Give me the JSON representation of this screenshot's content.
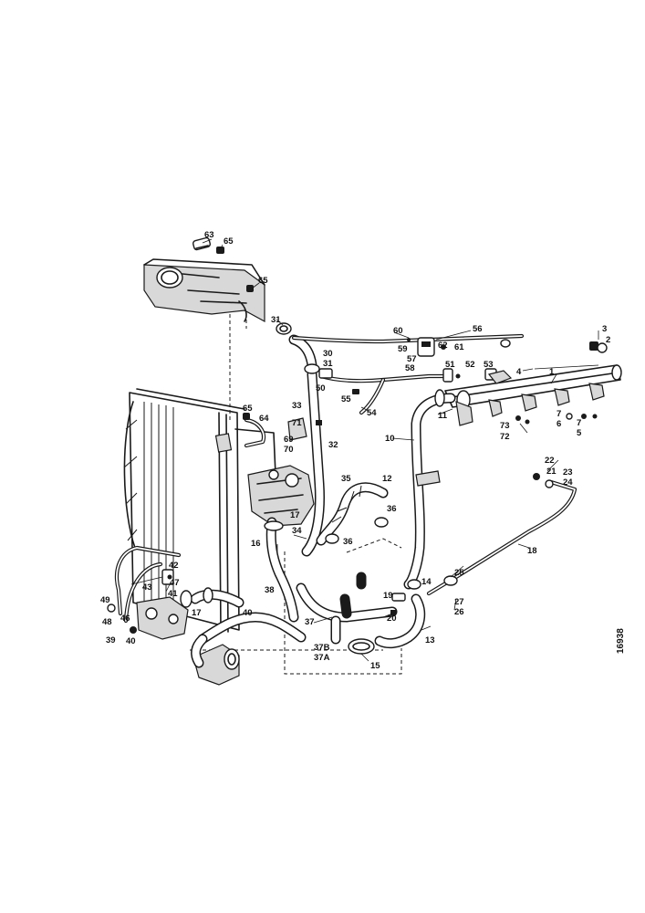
{
  "figure_number": "16938",
  "callouts": [
    {
      "id": "c63",
      "text": "63"
    },
    {
      "id": "c65a",
      "text": "65"
    },
    {
      "id": "c65b",
      "text": "65"
    },
    {
      "id": "c31a",
      "text": "31"
    },
    {
      "id": "c60",
      "text": "60"
    },
    {
      "id": "c56",
      "text": "56"
    },
    {
      "id": "c59",
      "text": "59"
    },
    {
      "id": "c62",
      "text": "62"
    },
    {
      "id": "c57",
      "text": "57"
    },
    {
      "id": "c61",
      "text": "61"
    },
    {
      "id": "c58",
      "text": "58"
    },
    {
      "id": "c30",
      "text": "30"
    },
    {
      "id": "c31b",
      "text": "31"
    },
    {
      "id": "c3",
      "text": "3"
    },
    {
      "id": "c2",
      "text": "2"
    },
    {
      "id": "c51",
      "text": "51"
    },
    {
      "id": "c52",
      "text": "52"
    },
    {
      "id": "c53",
      "text": "53"
    },
    {
      "id": "c4",
      "text": "4"
    },
    {
      "id": "c1",
      "text": "1"
    },
    {
      "id": "c50",
      "text": "50"
    },
    {
      "id": "c55",
      "text": "55"
    },
    {
      "id": "c54",
      "text": "54"
    },
    {
      "id": "c11",
      "text": "11"
    },
    {
      "id": "c7a",
      "text": "7"
    },
    {
      "id": "c7b",
      "text": "7"
    },
    {
      "id": "c6",
      "text": "6"
    },
    {
      "id": "c5",
      "text": "5"
    },
    {
      "id": "c73",
      "text": "73"
    },
    {
      "id": "c72",
      "text": "72"
    },
    {
      "id": "c65c",
      "text": "65"
    },
    {
      "id": "c33",
      "text": "33"
    },
    {
      "id": "c64",
      "text": "64"
    },
    {
      "id": "c71",
      "text": "71"
    },
    {
      "id": "c69",
      "text": "69"
    },
    {
      "id": "c70",
      "text": "70"
    },
    {
      "id": "c32",
      "text": "32"
    },
    {
      "id": "c10",
      "text": "10"
    },
    {
      "id": "c22",
      "text": "22"
    },
    {
      "id": "c21",
      "text": "21"
    },
    {
      "id": "c23",
      "text": "23"
    },
    {
      "id": "c24",
      "text": "24"
    },
    {
      "id": "c35",
      "text": "35"
    },
    {
      "id": "c12",
      "text": "12"
    },
    {
      "id": "c36a",
      "text": "36"
    },
    {
      "id": "c17a",
      "text": "17"
    },
    {
      "id": "c34",
      "text": "34"
    },
    {
      "id": "c36b",
      "text": "36"
    },
    {
      "id": "c16",
      "text": "16"
    },
    {
      "id": "c18",
      "text": "18"
    },
    {
      "id": "c25",
      "text": "25"
    },
    {
      "id": "c42",
      "text": "42"
    },
    {
      "id": "c43",
      "text": "43"
    },
    {
      "id": "c47",
      "text": "47"
    },
    {
      "id": "c41",
      "text": "41"
    },
    {
      "id": "c38",
      "text": "38"
    },
    {
      "id": "c14",
      "text": "14"
    },
    {
      "id": "c19",
      "text": "19"
    },
    {
      "id": "c49",
      "text": "49"
    },
    {
      "id": "c46",
      "text": "46"
    },
    {
      "id": "c48",
      "text": "48"
    },
    {
      "id": "c17b",
      "text": "17"
    },
    {
      "id": "c40a",
      "text": "40"
    },
    {
      "id": "c27",
      "text": "27"
    },
    {
      "id": "c26",
      "text": "26"
    },
    {
      "id": "c37",
      "text": "37"
    },
    {
      "id": "c20",
      "text": "20"
    },
    {
      "id": "c39",
      "text": "39"
    },
    {
      "id": "c40b",
      "text": "40"
    },
    {
      "id": "c13",
      "text": "13"
    },
    {
      "id": "c37b",
      "text": "37B"
    },
    {
      "id": "c37a",
      "text": "37A"
    },
    {
      "id": "c15",
      "text": "15"
    }
  ]
}
